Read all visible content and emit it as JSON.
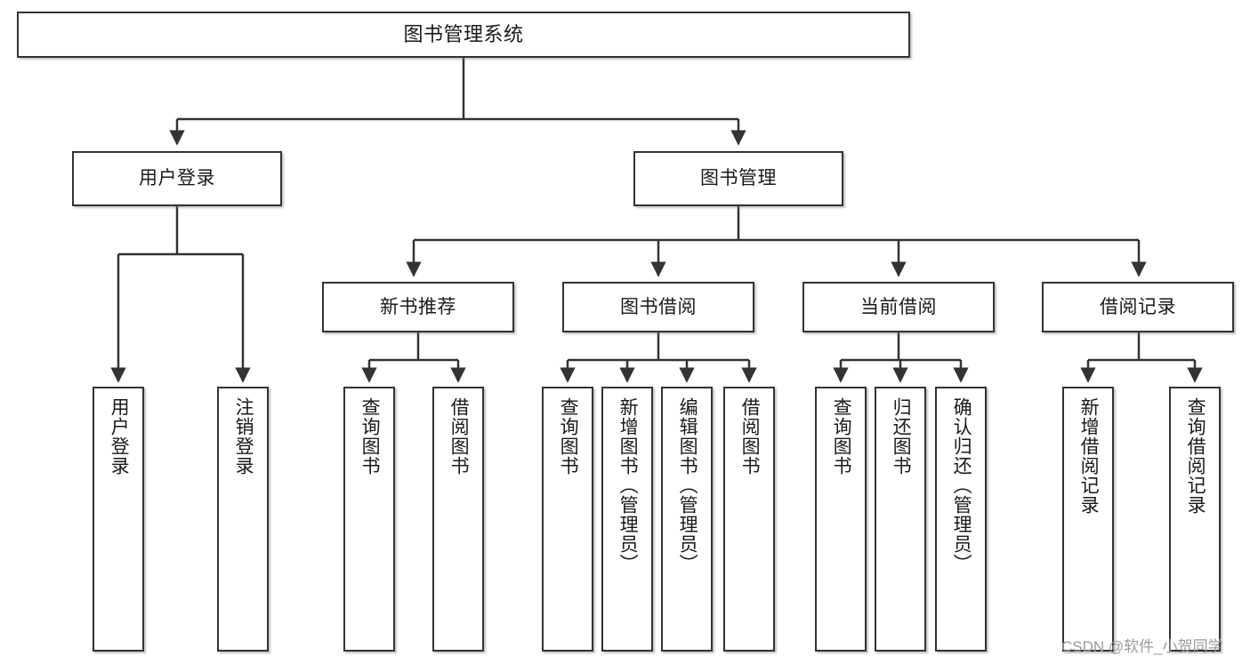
{
  "diagram": {
    "title": "图书管理系统",
    "type": "tree",
    "orientation": "top-down",
    "nodes": {
      "root": {
        "label": "图书管理系统"
      },
      "level1": [
        {
          "id": "user-login",
          "label": "用户登录"
        },
        {
          "id": "book-management",
          "label": "图书管理"
        }
      ],
      "level2": [
        {
          "id": "new-book-recommend",
          "label": "新书推荐"
        },
        {
          "id": "book-borrow",
          "label": "图书借阅"
        },
        {
          "id": "current-borrow",
          "label": "当前借阅"
        },
        {
          "id": "borrow-record",
          "label": "借阅记录"
        }
      ],
      "leaves": {
        "user-login": [
          {
            "id": "leaf-user-login",
            "label": "用户登录"
          },
          {
            "id": "leaf-logout",
            "label": "注销登录"
          }
        ],
        "new-book-recommend": [
          {
            "id": "leaf-query-book-1",
            "label": "查询图书"
          },
          {
            "id": "leaf-borrow-book-1",
            "label": "借阅图书"
          }
        ],
        "book-borrow": [
          {
            "id": "leaf-query-book-2",
            "label": "查询图书"
          },
          {
            "id": "leaf-add-book",
            "label": "新增图书（管理员）"
          },
          {
            "id": "leaf-edit-book",
            "label": "编辑图书（管理员）"
          },
          {
            "id": "leaf-borrow-book-2",
            "label": "借阅图书"
          }
        ],
        "current-borrow": [
          {
            "id": "leaf-query-book-3",
            "label": "查询图书"
          },
          {
            "id": "leaf-return-book",
            "label": "归还图书"
          },
          {
            "id": "leaf-confirm-return",
            "label": "确认归还（管理员）"
          }
        ],
        "borrow-record": [
          {
            "id": "leaf-add-record",
            "label": "新增借阅记录"
          },
          {
            "id": "leaf-query-record",
            "label": "查询借阅记录"
          }
        ]
      }
    },
    "colors": {
      "node_border": "#333333",
      "node_fill": "#ffffff",
      "edge": "#333333",
      "text": "#1a1a1a",
      "watermark": "#9b9b9b",
      "background": "#ffffff"
    }
  },
  "watermark": {
    "text": "CSDN @软件_小贺同学"
  }
}
